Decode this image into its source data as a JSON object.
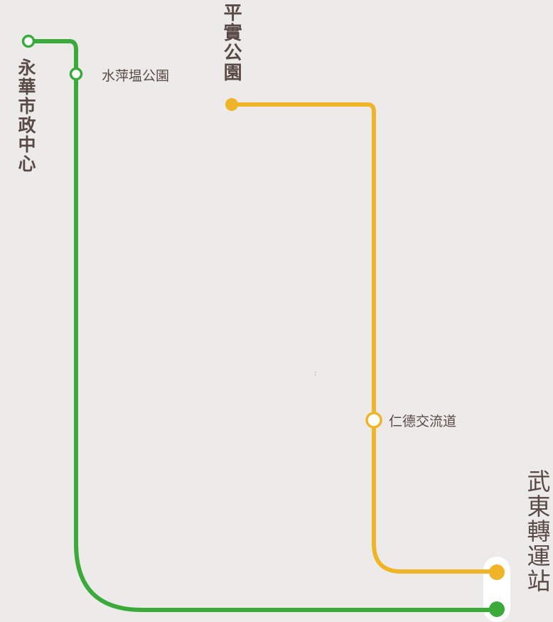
{
  "lines": {
    "green": {
      "color": "#3aaa3a"
    },
    "yellow": {
      "color": "#f0b429"
    }
  },
  "stations": {
    "yonghua": "永華市政中心",
    "shuiping": "水萍塭公園",
    "pingshi": "平實公園",
    "rende": "仁德交流道",
    "wudong": "武東轉運站"
  },
  "misc": {
    "center_mark": ":"
  }
}
